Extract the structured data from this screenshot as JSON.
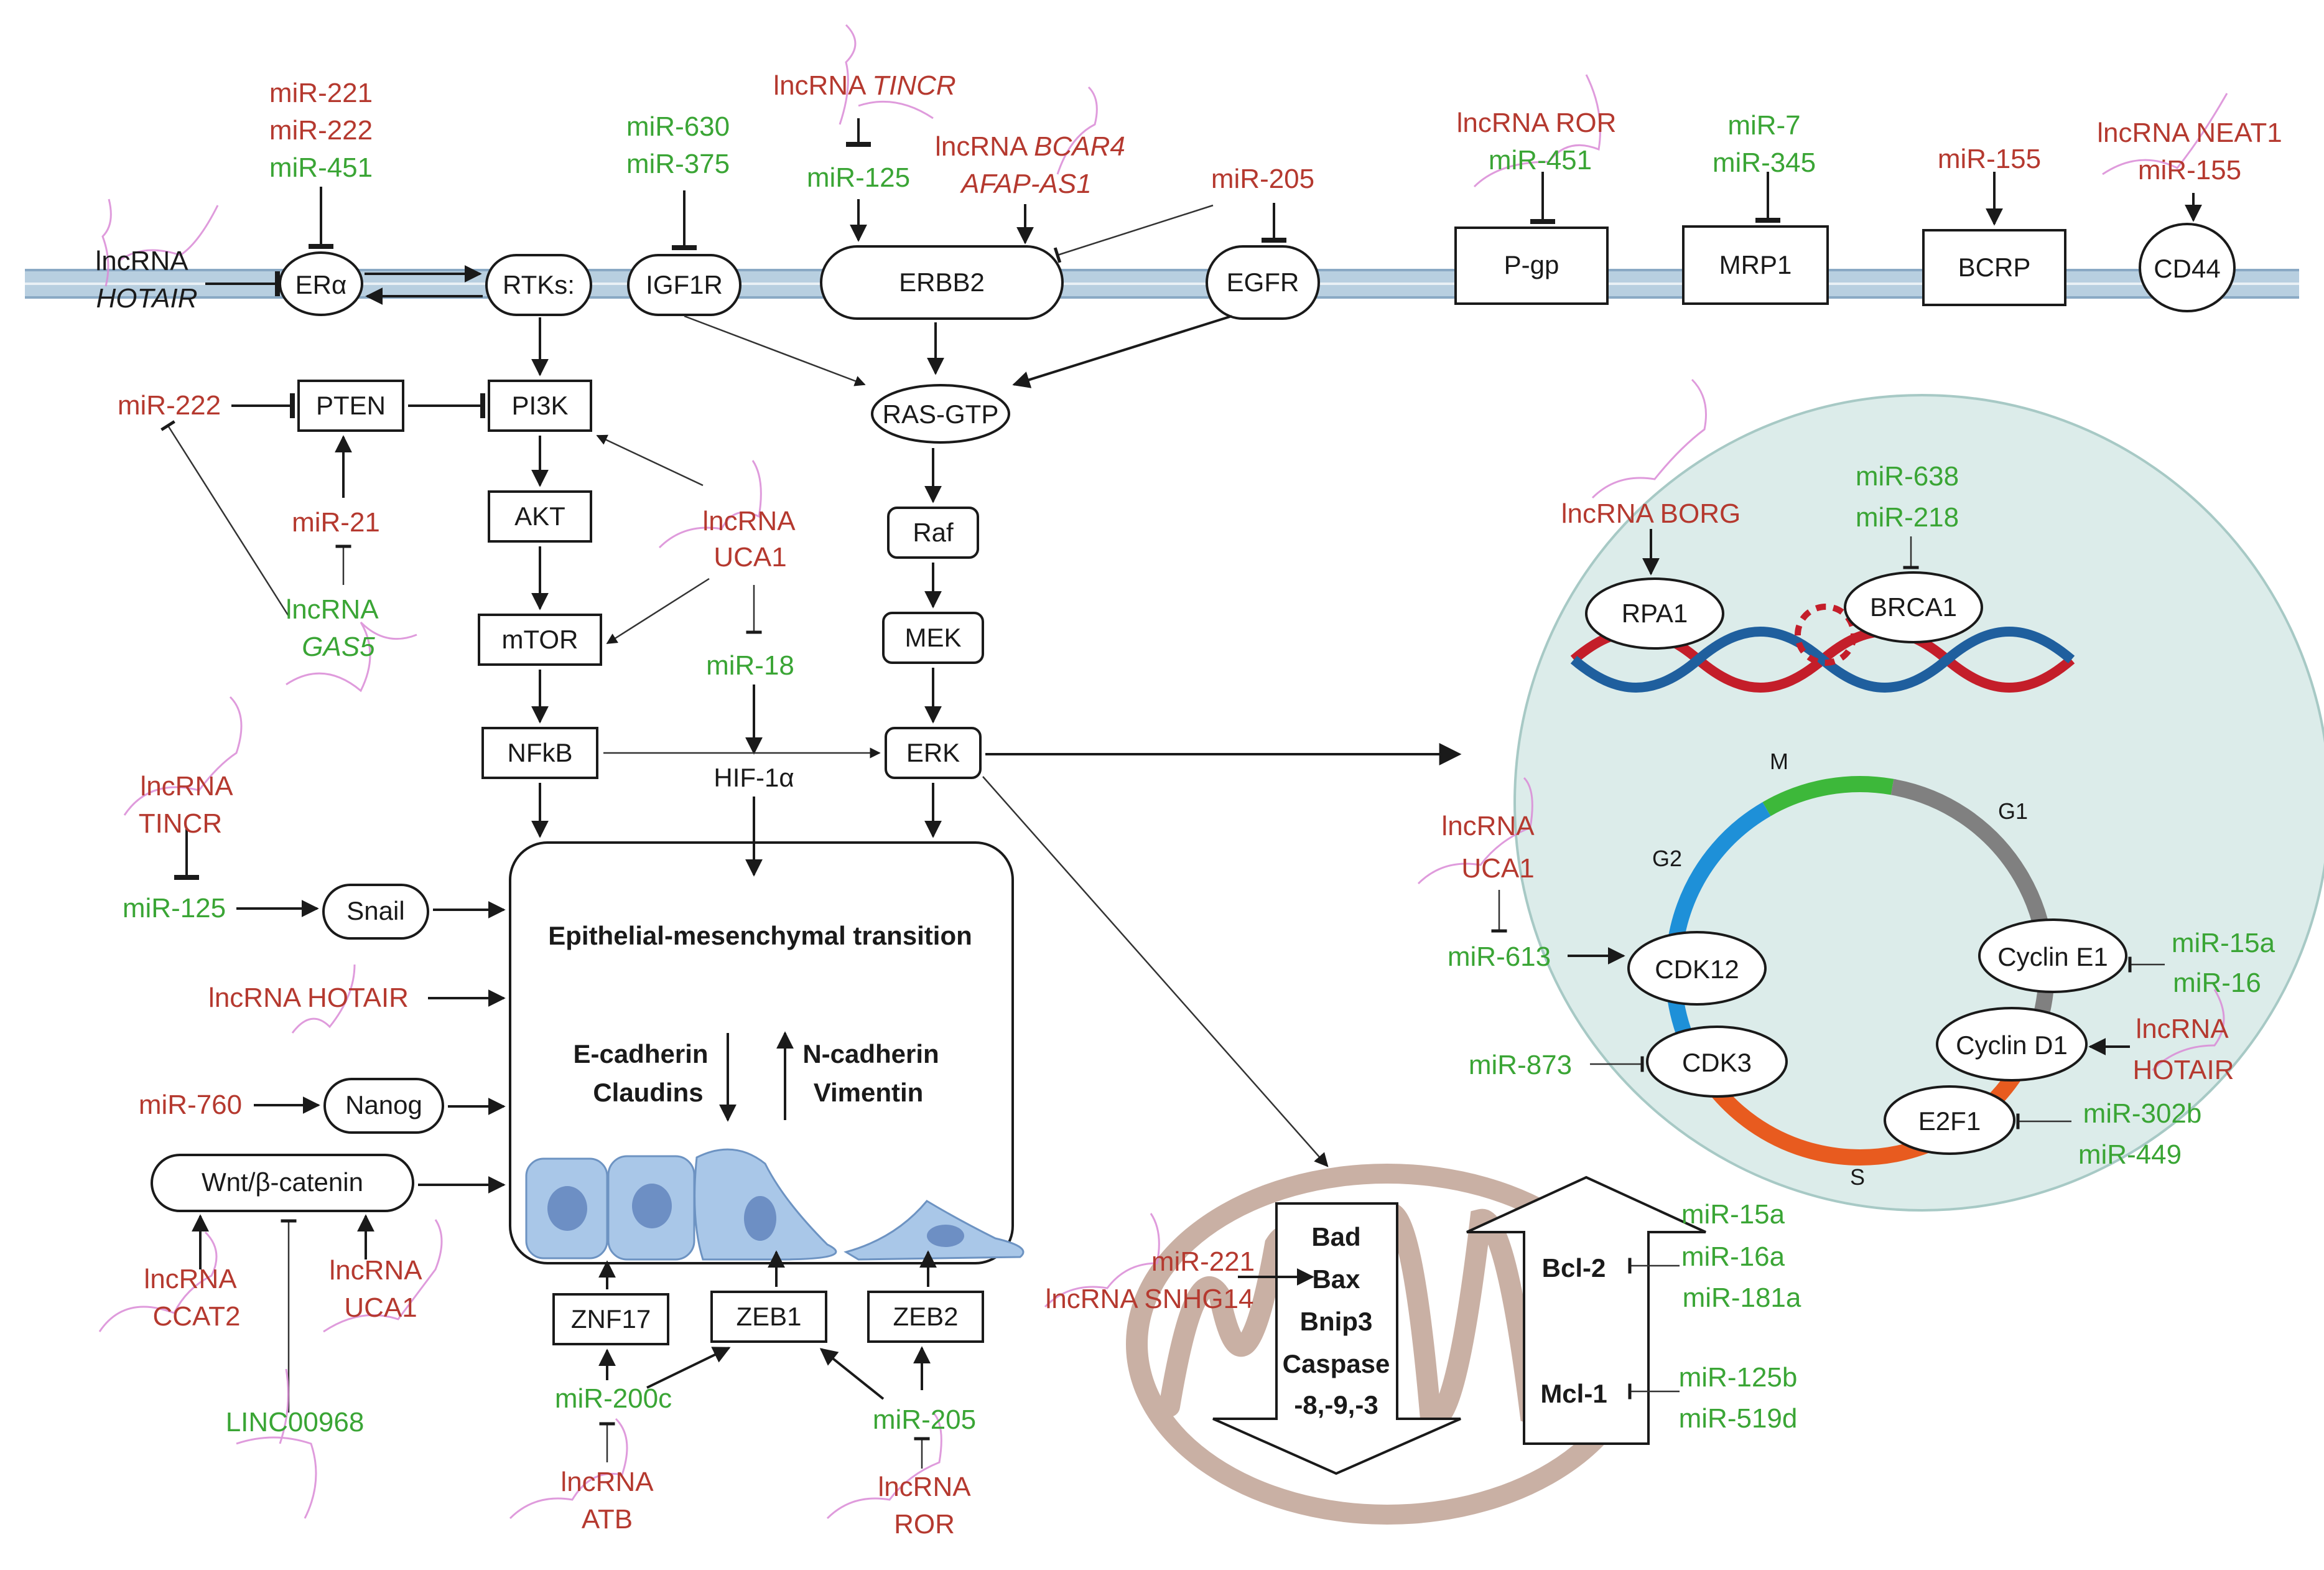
{
  "colors": {
    "red": "#b5392f",
    "green": "#3aa535",
    "dark": "#1a1a1a",
    "membrane": "#b8cfe0",
    "cell_circle": "#dcecea",
    "dna_red": "#c41e2a",
    "dna_blue": "#1f5f9e",
    "mito": "#c9b0a4",
    "cycle_M": "#3db83a",
    "cycle_G1": "#808080",
    "cycle_S": "#e85b1f",
    "cycle_G2": "#1e90d8",
    "emt_cells": "#a9c7e8",
    "rna_glyph": "#d98ad6"
  },
  "icons": [
    "lncrna-glyph",
    "arrow",
    "inhibition-bar"
  ],
  "receptors": {
    "era": "ERα",
    "rtks": "RTKs:",
    "igf1r": "IGF1R",
    "erbb2": "ERBB2",
    "egfr": "EGFR",
    "pgp": "P-gp",
    "mrp1": "MRP1",
    "bcrp": "BCRP",
    "cd44": "CD44"
  },
  "pathway": {
    "pten": "PTEN",
    "pi3k": "PI3K",
    "akt": "AKT",
    "mtor": "mTOR",
    "nfkb": "NFkB",
    "ras": "RAS-GTP",
    "raf": "Raf",
    "mek": "MEK",
    "erk": "ERK",
    "hif": "HIF-1α"
  },
  "emt": {
    "title": "Epithelial-mesenchymal transition",
    "ecad": "E-cadherin",
    "claudins": "Claudins",
    "ncad": "N-cadherin",
    "vimentin": "Vimentin",
    "snail": "Snail",
    "nanog": "Nanog",
    "wnt": "Wnt/β-catenin",
    "znf17": "ZNF17",
    "zeb1": "ZEB1",
    "zeb2": "ZEB2"
  },
  "mito": {
    "bad": "Bad",
    "bax": "Bax",
    "bnip3": "Bnip3",
    "caspase": "Caspase",
    "casp_nums": "-8,-9,-3",
    "bcl2": "Bcl-2",
    "mcl1": "Mcl-1"
  },
  "nucleus": {
    "rpa1": "RPA1",
    "brca1": "BRCA1",
    "cdk12": "CDK12",
    "cdk3": "CDK3",
    "cyclin_e1": "Cyclin E1",
    "cyclin_d1": "Cyclin D1",
    "e2f1": "E2F1",
    "phase_m": "M",
    "phase_g1": "G1",
    "phase_g2": "G2",
    "phase_s": "S"
  },
  "regulators": {
    "r_mir221_top": "miR-221",
    "r_mir222_top": "miR-222",
    "r_mir451_top": "miR-451",
    "r_hotair1": "lncRNA",
    "r_hotair2": "HOTAIR",
    "r_mir630": "miR-630",
    "r_mir375": "miR-375",
    "r_tincr_lnc": "lncRNA ",
    "r_tincr_name": "TINCR",
    "r_mir125_top": "miR-125",
    "r_bcar4_lnc": "lncRNA ",
    "r_bcar4_name": "BCAR4",
    "r_afap": "AFAP-AS1",
    "r_mir205_top": "miR-205",
    "r_ror_top": "lncRNA ROR",
    "r_mir451_pgp": "miR-451",
    "r_mir7": "miR-7",
    "r_mir345": "miR-345",
    "r_mir155_bcrp": "miR-155",
    "r_neat1": "lncRNA NEAT1",
    "r_mir155_cd44": "miR-155",
    "r_mir222_pten": "miR-222",
    "r_mir21": "miR-21",
    "r_gas5_lnc": "lncRNA",
    "r_gas5_name": "GAS5",
    "r_uca1_top1": "lncRNA",
    "r_uca1_top2": "UCA1",
    "r_mir18": "miR-18",
    "r_tincr2_1": "lncRNA",
    "r_tincr2_2": "TINCR",
    "r_mir125_snail": "miR-125",
    "r_hotair_emt": "lncRNA HOTAIR",
    "r_mir760": "miR-760",
    "r_ccat2_1": "lncRNA",
    "r_ccat2_2": "CCAT2",
    "r_uca1_wnt1": "lncRNA",
    "r_uca1_wnt2": "UCA1",
    "r_linc": "LINC00968",
    "r_mir200c": "miR-200c",
    "r_atb1": "lncRNA",
    "r_atb2": "ATB",
    "r_mir205_zeb": "miR-205",
    "r_ror_zeb1": "lncRNA",
    "r_ror_zeb2": "ROR",
    "r_mir221_mito": "miR-221",
    "r_snhg14": "lncRNA SNHG14",
    "r_mir15a_bcl": "miR-15a",
    "r_mir16a": "miR-16a",
    "r_mir181a": "miR-181a",
    "r_mir125b": "miR-125b",
    "r_mir519d": "miR-519d",
    "r_borg": "lncRNA BORG",
    "r_mir638": "miR-638",
    "r_mir218": "miR-218",
    "r_uca1_nuc1": "lncRNA",
    "r_uca1_nuc2": "UCA1",
    "r_mir613": "miR-613",
    "r_mir873": "miR-873",
    "r_mir15a_cyc": "miR-15a",
    "r_mir16": "miR-16",
    "r_hotair_nuc1": "lncRNA",
    "r_hotair_nuc2": "HOTAIR",
    "r_mir302b": "miR-302b",
    "r_mir449": "miR-449"
  }
}
